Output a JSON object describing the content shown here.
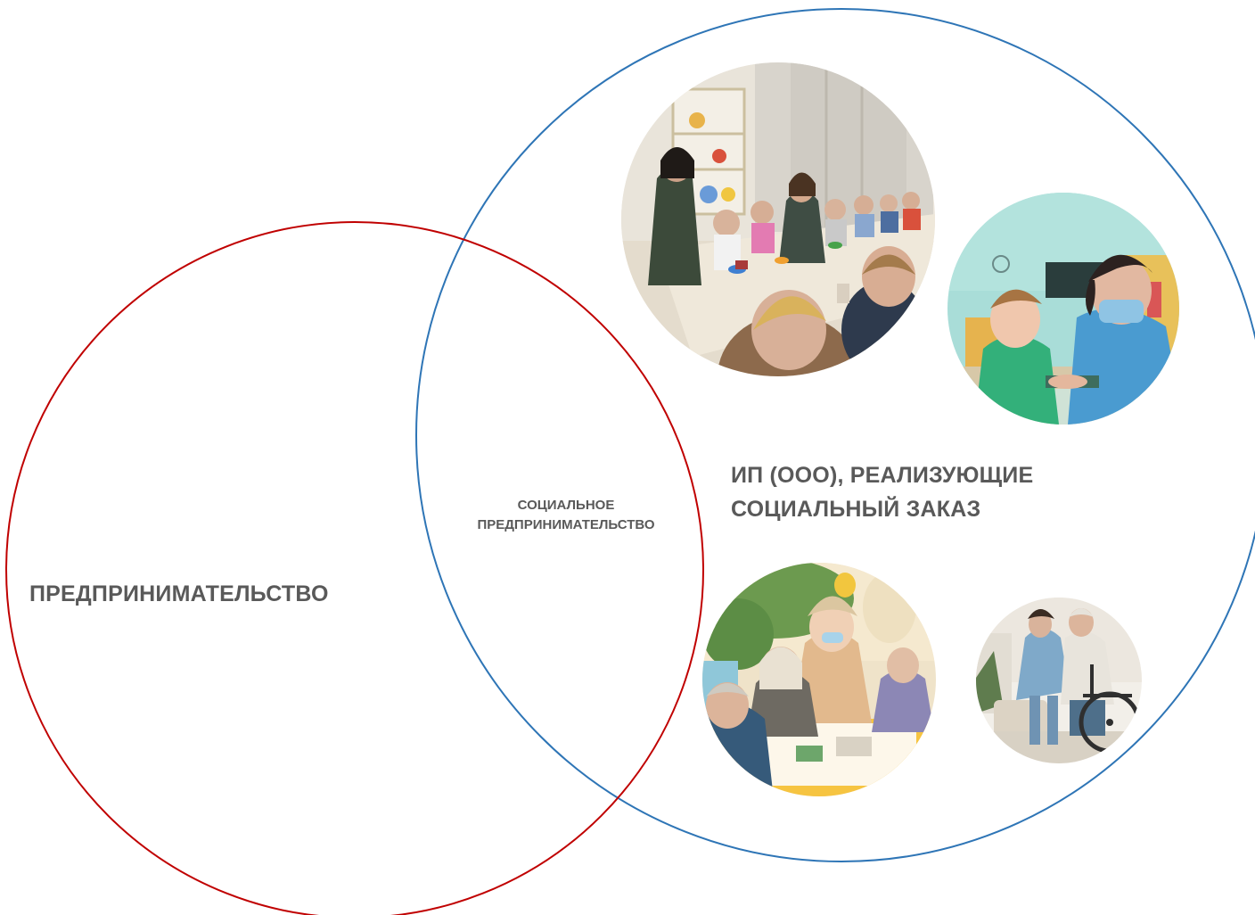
{
  "diagram": {
    "circles": [
      {
        "id": "entrepreneurship",
        "stroke": "#c00000",
        "label": "ПРЕДПРИНИМАТЕЛЬСТВО"
      },
      {
        "id": "social-order",
        "stroke": "#2e75b6",
        "label_lines": [
          "ИП (ООО), РЕАЛИЗУЮЩИЕ",
          "СОЦИАЛЬНЫЙ ЗАКАЗ"
        ]
      }
    ],
    "overlap": {
      "label_lines": [
        "СОЦИАЛЬНОЕ",
        "ПРЕДПРИНИМАТЕЛЬСТВО"
      ]
    },
    "text_color": "#595959",
    "photos": [
      {
        "name": "children-classroom-photo",
        "subject": "teachers with children at a long table"
      },
      {
        "name": "child-with-caregiver-photo",
        "subject": "caregiver in mask helping a child"
      },
      {
        "name": "elderly-activity-photo",
        "subject": "elderly people with volunteer at a table"
      },
      {
        "name": "wheelchair-assistance-photo",
        "subject": "nurse assisting an elderly man in a wheelchair"
      }
    ]
  }
}
